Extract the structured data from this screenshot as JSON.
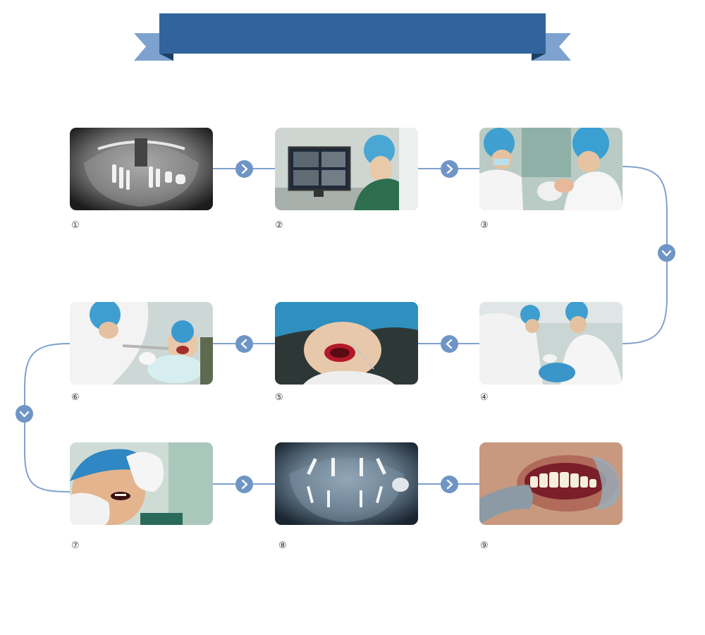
{
  "header": {
    "banner_color": "#31649c",
    "ribbon_color": "#7da2cf",
    "title": ""
  },
  "colors": {
    "connector": "#7fa2cc",
    "arrow_circle": "#6e95c5"
  },
  "steps": [
    {
      "number": "①",
      "image": "panoramic-xray-before-icon"
    },
    {
      "number": "②",
      "image": "ct-scan-review-icon"
    },
    {
      "number": "③",
      "image": "dentists-examining-icon"
    },
    {
      "number": "④",
      "image": "surgery-team-icon"
    },
    {
      "number": "⑤",
      "image": "open-mouth-surgery-icon"
    },
    {
      "number": "⑥",
      "image": "drilling-procedure-icon"
    },
    {
      "number": "⑦",
      "image": "patient-checkup-icon"
    },
    {
      "number": "⑧",
      "image": "panoramic-xray-implants-icon"
    },
    {
      "number": "⑨",
      "image": "restored-teeth-icon"
    }
  ],
  "arrows": {
    "right": "chevron-right-icon",
    "left": "chevron-left-icon",
    "down": "chevron-down-icon"
  }
}
